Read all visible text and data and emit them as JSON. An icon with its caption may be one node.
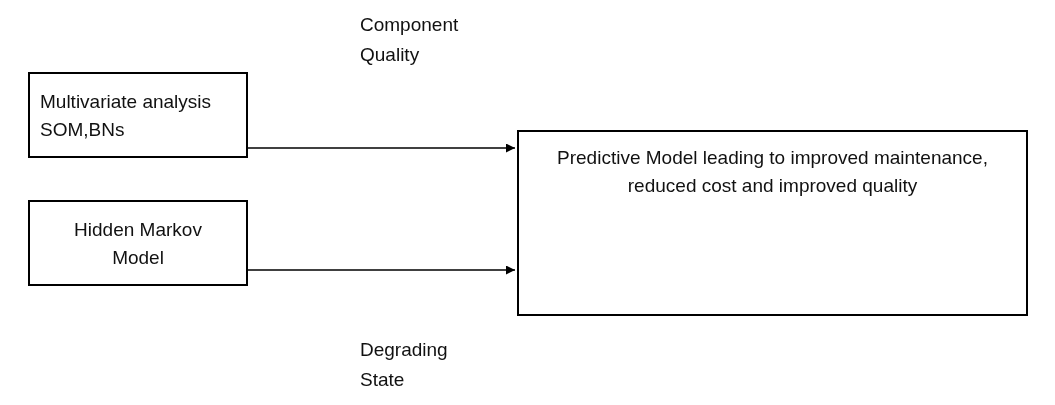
{
  "diagram": {
    "nodes": [
      {
        "text": [
          "Multivariate analysis SOM,BNs"
        ]
      },
      {
        "text": [
          "Hidden Markov Model"
        ]
      },
      {
        "text": [
          "Predictive Model leading to improved maintenance, reduced cost and improved quality"
        ]
      }
    ],
    "edges": [
      {
        "from": 0,
        "to": 2,
        "arrow": "to",
        "label": "Component Quality"
      },
      {
        "from": 1,
        "to": 2,
        "arrow": "to",
        "label": "Degrading State"
      }
    ]
  }
}
